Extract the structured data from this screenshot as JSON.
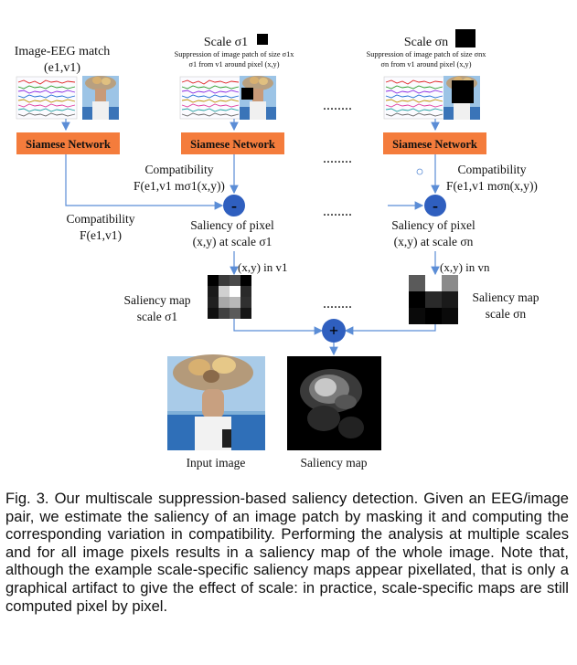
{
  "figure": {
    "left_header": {
      "line1": "Image-EEG match",
      "line2": "(e1,v1)"
    },
    "scale1_header": {
      "title": "Scale σ1",
      "line1": "Suppression of image patch of size σ1x",
      "line2": "σ1 from v1 around pixel (x,y)"
    },
    "scalen_header": {
      "title": "Scale σn",
      "line1": "Suppression of image patch of size σnx",
      "line2": "σn from v1 around pixel (x,y)"
    },
    "siamese_label": "Siamese Network",
    "dots": "........",
    "compat_base": {
      "line1": "Compatibility",
      "line2": "F(e1,v1)"
    },
    "compat_s1": {
      "line1": "Compatibility",
      "line2": "F(e1,v1  mσ1(x,y))"
    },
    "compat_sn": {
      "line1": "Compatibility",
      "line2": "F(e1,v1  mσn(x,y))"
    },
    "saliency_pixel_s1": {
      "line1": "Saliency of pixel",
      "line2": "(x,y) at scale σ1"
    },
    "saliency_pixel_sn": {
      "line1": "Saliency of pixel",
      "line2": "(x,y) at scale σn"
    },
    "xy_in_v1": "(x,y) in v1",
    "xy_in_vn": "(x,y) in vn",
    "saliency_map_s1": {
      "line1": "Saliency map",
      "line2": "scale σ1"
    },
    "saliency_map_sn": {
      "line1": "Saliency map",
      "line2": "scale σn"
    },
    "minus_symbol": "-",
    "plus_symbol": "+",
    "input_image_label": "Input image",
    "saliency_map_label": "Saliency map",
    "colors": {
      "siamese": "#f47c3c",
      "circle": "#2f5fbf",
      "arrow": "#5b8dd6"
    }
  },
  "caption": "Fig. 3. Our multiscale suppression-based saliency detection. Given an EEG/image pair, we estimate the saliency of an image patch by masking it and computing the corresponding variation in compatibility. Performing the analysis at multiple scales and for all image pixels results in a saliency map of the whole image. Note that, although the example scale-specific saliency maps appear pixellated, that is only a graphical artifact to give the effect of scale: in practice, scale-specific maps are still computed pixel by pixel."
}
